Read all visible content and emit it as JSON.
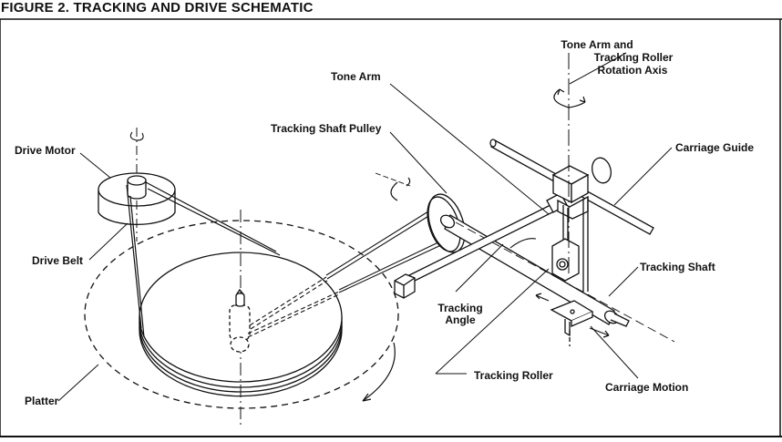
{
  "figure": {
    "title": "FIGURE 2.  TRACKING AND DRIVE SCHEMATIC"
  },
  "labels": {
    "tone_arm": "Tone Arm",
    "rotation_axis": [
      "Tone Arm and",
      "Tracking Roller",
      "Rotation Axis"
    ],
    "tracking_shaft_pulley": "Tracking Shaft Pulley",
    "drive_motor": "Drive Motor",
    "carriage_guide": "Carriage Guide",
    "drive_belt": "Drive Belt",
    "tracking_shaft": "Tracking Shaft",
    "tracking_angle": [
      "Tracking",
      "Angle"
    ],
    "tracking_roller": "Tracking Roller",
    "carriage_motion": "Carriage Motion",
    "platter": "Platter"
  },
  "colors": {
    "ink": "#111111",
    "paper": "#ffffff"
  }
}
